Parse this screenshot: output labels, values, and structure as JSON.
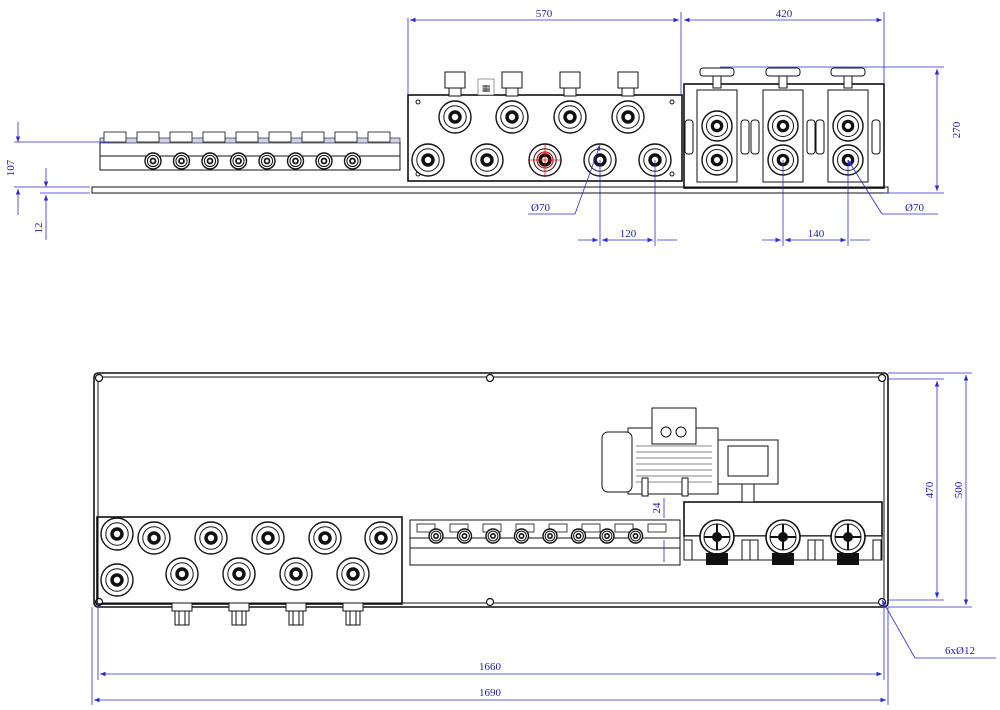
{
  "front_view": {
    "dim_width_center_box": "570",
    "dim_width_right_box": "420",
    "dim_height_right": "270",
    "dim_height_left": "107",
    "dim_base_thickness": "12",
    "dim_dia_left": "Ø70",
    "dim_dia_right": "Ø70",
    "dim_pitch_center": "120",
    "dim_pitch_right": "140"
  },
  "top_view": {
    "dim_motor_offset": "24",
    "dim_height_inner": "470",
    "dim_height_outer": "500",
    "dim_holes": "6xØ12",
    "dim_length_inner": "1660",
    "dim_length_outer": "1690"
  },
  "colors": {
    "dimension": "#1a1aa8",
    "outline": "#111111",
    "center_mark": "#d11"
  }
}
